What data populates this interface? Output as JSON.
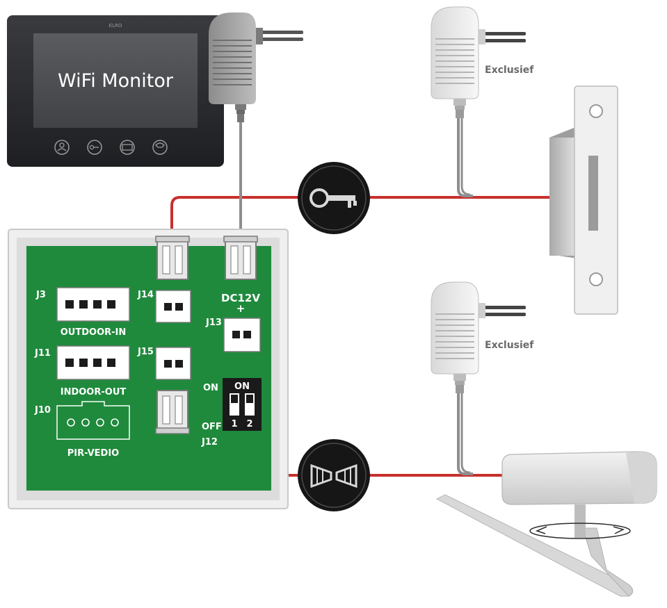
{
  "monitor": {
    "brand": "ELRO",
    "screen_text": "WiFi Monitor"
  },
  "adapters": {
    "top_label": "Exclusief",
    "bottom_label": "Exclusief"
  },
  "board": {
    "j3": "J3",
    "outdoor_in": "OUTDOOR-IN",
    "j11": "J11",
    "indoor_out": "INDOOR-OUT",
    "j10": "J10",
    "pir_vedio": "PIR-VEDIO",
    "j14": "J14",
    "j15": "J15",
    "dc12v": "DC12V",
    "plus": "+",
    "j13": "J13",
    "on_left": "ON",
    "off_left": "OFF",
    "switch_on": "ON",
    "switch_1": "1",
    "switch_2": "2",
    "j12": "J12"
  },
  "colors": {
    "board_green": "#1f8a3c",
    "wire_red": "#c8302d",
    "wire_gray": "#8e8e8e",
    "monitor_dark": "#2b2c2f",
    "icon_black": "#161616"
  }
}
